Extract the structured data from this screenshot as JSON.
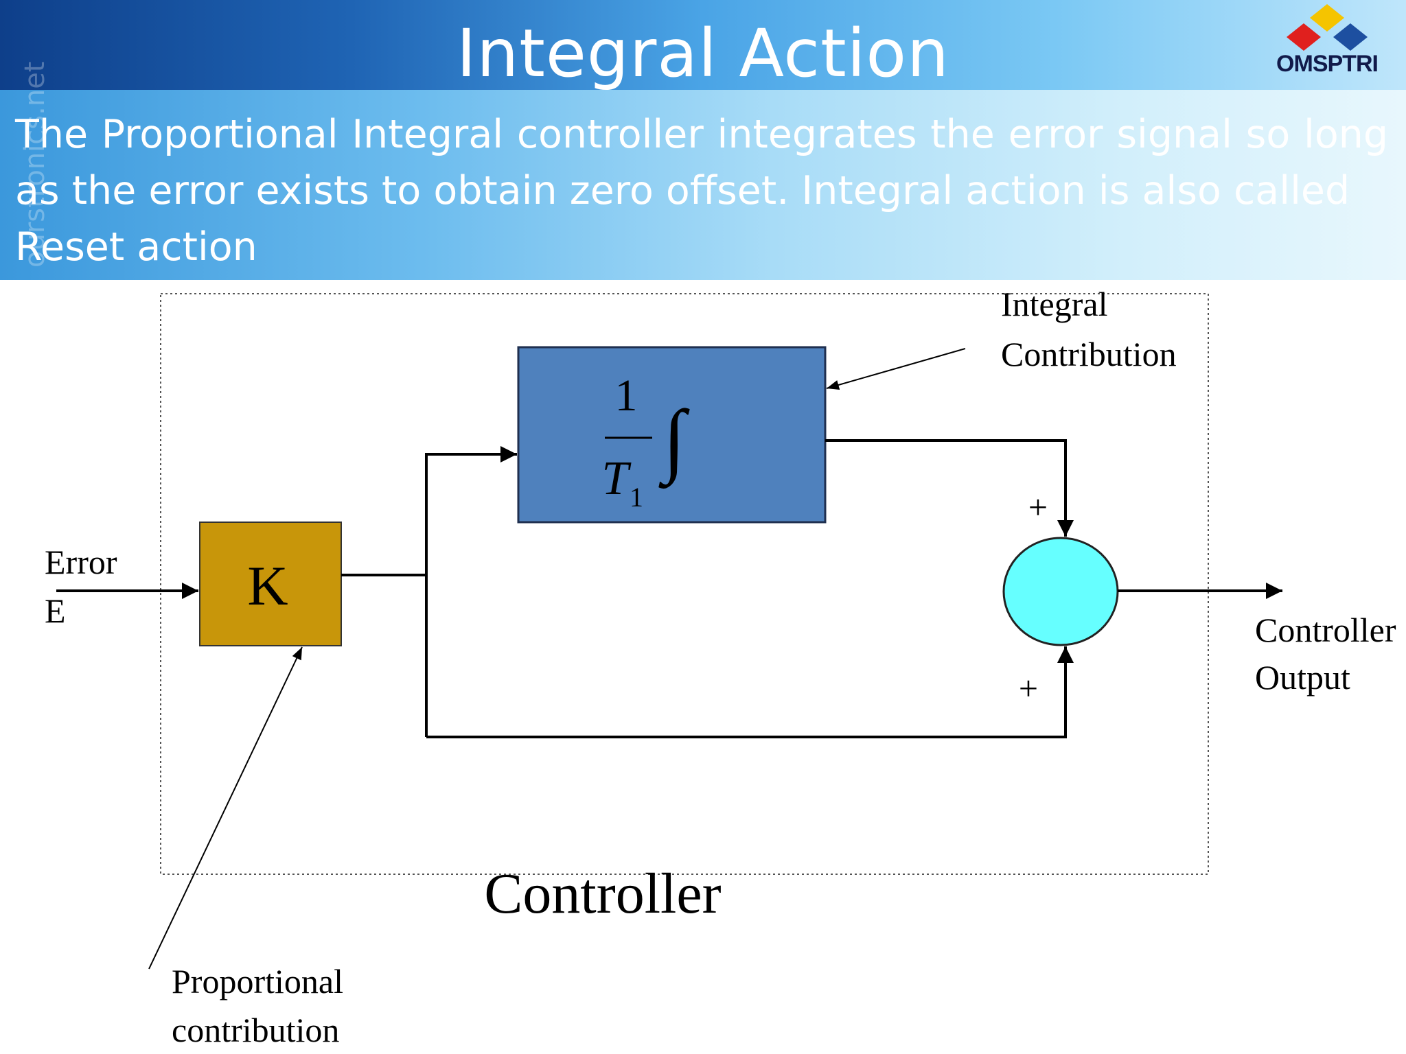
{
  "slide": {
    "title": "Integral Action",
    "intro_main": "The Proportional Integral controller integrates the error signal so long as the error exists to obtain zero offset. Integral action is also called",
    "intro_end": "Reset action",
    "logo_text": "OMSPTRI",
    "watermark": "ourstronics.net"
  },
  "diagram": {
    "input_label_1": "Error",
    "input_label_2": "E",
    "gain_block": "K",
    "integral_numerator": "1",
    "integral_denominator": "T",
    "integral_subscript": "1",
    "integral_symbol": "∫",
    "integral_note_1": "Integral",
    "integral_note_2": "Contribution",
    "sum_sign_top": "+",
    "sum_sign_bottom": "+",
    "output_label_1": "Controller",
    "output_label_2": "Output",
    "controller_caption": "Controller",
    "proportional_note_1": "Proportional",
    "proportional_note_2": "contribution"
  },
  "colors": {
    "gain_block": "#c8960a",
    "integral_block": "#4f81bd",
    "summer": "#66ffff",
    "logo_red": "#e0201e",
    "logo_yellow": "#f5c400",
    "logo_blue": "#1d4fa0"
  }
}
